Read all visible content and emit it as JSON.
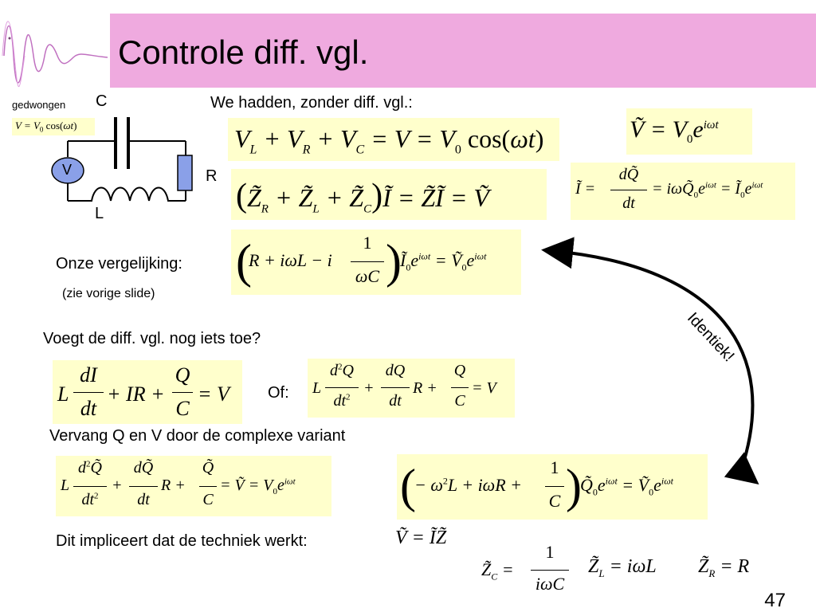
{
  "slide": {
    "title": "Controle diff. vgl.",
    "number": "47"
  },
  "circuit": {
    "forced_label": "gedwongen",
    "forced_equation": "V = V0 cos(ωt)",
    "capacitor_label": "C",
    "source_label": "V",
    "resistor_label": "R",
    "inductor_label": "L"
  },
  "text": {
    "we_had": "We hadden, zonder diff. vgl.:",
    "our_equation": "Onze vergelijking:",
    "see_previous": "(zie vorige slide)",
    "adds_something": "Voegt de diff. vgl. nog iets toe?",
    "or": "Of:",
    "replace": "Vervang Q en V door de complexe variant",
    "implies": "Dit impliceert dat de techniek werkt:",
    "identical": "Identiek!"
  },
  "equations": {
    "eq_sum_voltage": "V_L + V_R + V_C = V = V0 cos(ωt)",
    "eq_impedance_sum": "(Z̃_R + Z̃_L + Z̃_C) Ĩ = Z̃Ĩ = Ṽ",
    "eq_complex_v": "Ṽ = V0 e^(iωt)",
    "eq_current": "Ĩ = dQ̃/dt = iωQ̃0 e^(iωt) = Ĩ0 e^(iωt)",
    "eq_ours": "(R + iωL − i 1/(ωC)) Ĩ0 e^(iωt) = Ṽ0 e^(iωt)",
    "eq_diff_current": "L dI/dt + IR + Q/C = V",
    "eq_diff_charge": "L d²Q/dt² + dQ/dt R + Q/C = V",
    "eq_diff_complex": "L d²Q̃/dt² + dQ̃/dt R + Q̃/C = Ṽ = V0 e^(iωt)",
    "eq_result": "(−ω²L + iωR + 1/C) Q̃0 e^(iωt) = Ṽ0 e^(iωt)",
    "eq_v_iz": "Ṽ = ĨZ̃",
    "eq_zc": "Z̃_C = 1/(iωC)",
    "eq_zl": "Z̃_L = iωL",
    "eq_zr": "Z̃_R = R"
  }
}
